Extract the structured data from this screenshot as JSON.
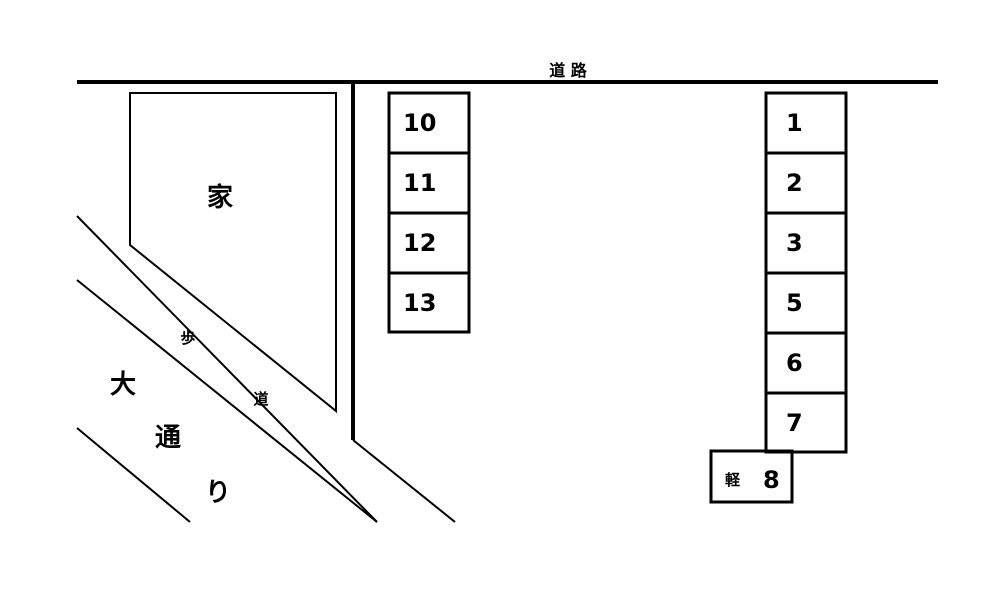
{
  "colors": {
    "line": "#000000",
    "background": "#ffffff"
  },
  "labels": {
    "road": "道 路",
    "house": "家",
    "sidewalk_1": "歩",
    "sidewalk_2": "道",
    "avenue_1": "大",
    "avenue_2": "通",
    "avenue_3": "り",
    "kei": "軽"
  },
  "spaces": {
    "left_column": [
      "10",
      "11",
      "12",
      "13"
    ],
    "right_column": [
      "1",
      "2",
      "3",
      "5",
      "6",
      "7"
    ],
    "kei_space": "8"
  }
}
